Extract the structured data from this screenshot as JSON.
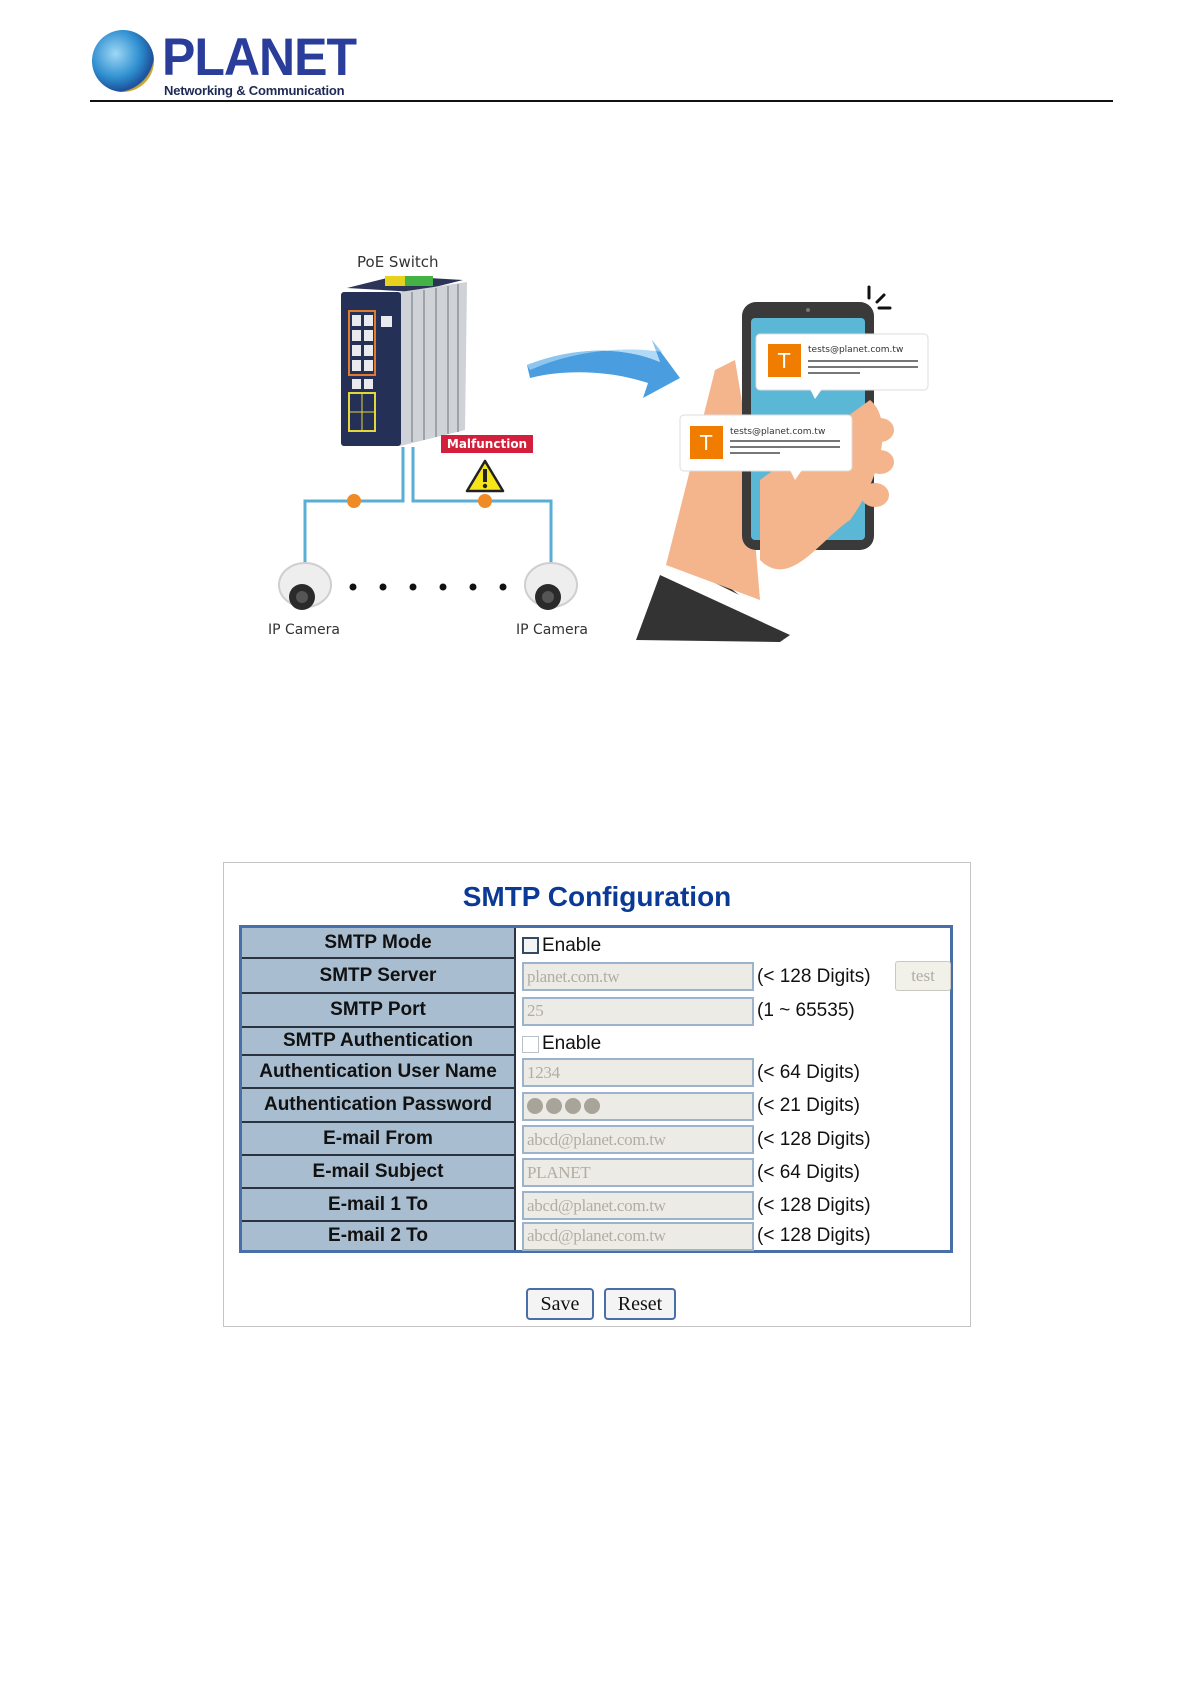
{
  "header": {
    "logo_word": "PLANET",
    "logo_tagline": "Networking & Communication"
  },
  "diagram": {
    "switch_label": "PoE Switch",
    "malfunction_label": "Malfunction",
    "camera_labels": [
      "IP Camera",
      "IP Camera"
    ],
    "notifications": [
      {
        "avatar_letter": "T",
        "email": "tests@planet.com.tw"
      },
      {
        "avatar_letter": "T",
        "email": "tests@planet.com.tw"
      }
    ],
    "colors": {
      "malfunction": "#d21f3c",
      "cable": "#5aaed6",
      "poe_dot": "#f08a24",
      "screen": "#5ab8d6",
      "avatar": "#f07d00"
    }
  },
  "smtp": {
    "title": "SMTP Configuration",
    "rows": [
      {
        "label": "SMTP Mode",
        "type": "checkbox",
        "checkbox_label": "Enable",
        "checked": false
      },
      {
        "label": "SMTP Server",
        "type": "text",
        "value": "planet.com.tw",
        "hint": "(< 128 Digits)",
        "button": "test"
      },
      {
        "label": "SMTP Port",
        "type": "text",
        "value": "25",
        "hint": "(1 ~ 65535)"
      },
      {
        "label": "SMTP Authentication",
        "type": "checkbox",
        "checkbox_label": "Enable",
        "checked": false
      },
      {
        "label": "Authentication User Name",
        "type": "text",
        "value": "1234",
        "hint": "(< 64 Digits)"
      },
      {
        "label": "Authentication Password",
        "type": "password",
        "value": "••••",
        "hint": "(< 21 Digits)"
      },
      {
        "label": "E-mail From",
        "type": "text",
        "value": "abcd@planet.com.tw",
        "hint": "(< 128 Digits)"
      },
      {
        "label": "E-mail Subject",
        "type": "text",
        "value": "PLANET",
        "hint": "(< 64 Digits)"
      },
      {
        "label": "E-mail 1 To",
        "type": "text",
        "value": "abcd@planet.com.tw",
        "hint": "(< 128 Digits)"
      },
      {
        "label": "E-mail 2 To",
        "type": "text",
        "value": "abcd@planet.com.tw",
        "hint": "(< 128 Digits)"
      }
    ],
    "save_label": "Save",
    "reset_label": "Reset",
    "colors": {
      "title": "#0b3a96",
      "label_bg": "#a9bdd0",
      "table_border": "#4a6fa8"
    }
  }
}
